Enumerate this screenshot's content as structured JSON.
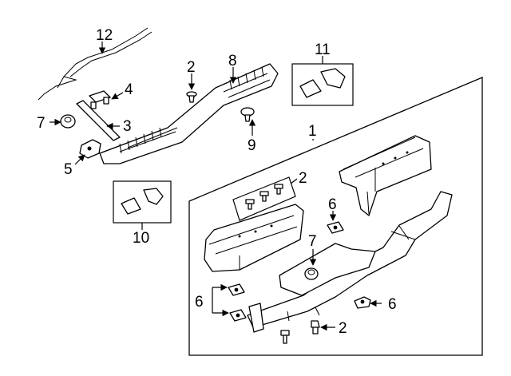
{
  "callouts": {
    "c1": "1",
    "c2a": "2",
    "c2b": "2",
    "c2c": "2",
    "c3": "3",
    "c4": "4",
    "c5": "5",
    "c6a": "6",
    "c6b": "6",
    "c6c": "6",
    "c7a": "7",
    "c7b": "7",
    "c8": "8",
    "c9": "9",
    "c10": "10",
    "c11": "11",
    "c12": "12"
  }
}
